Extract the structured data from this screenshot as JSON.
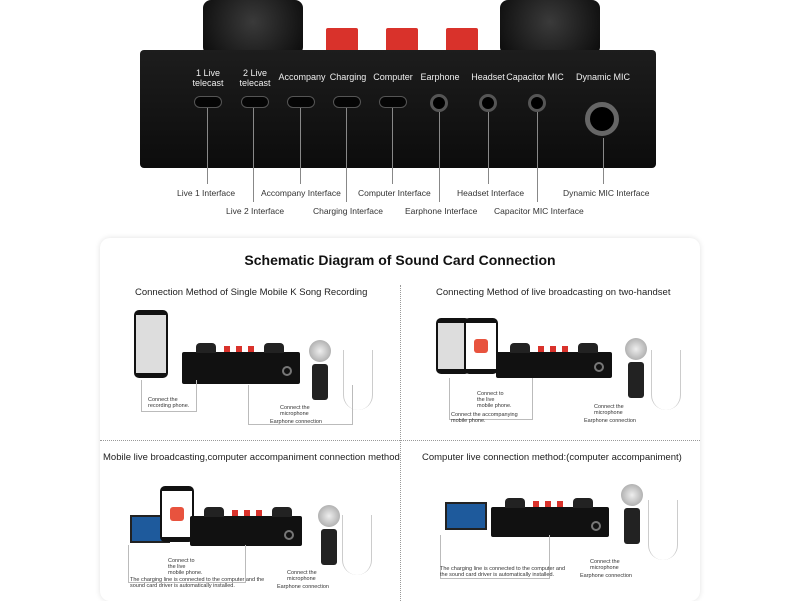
{
  "top": {
    "port_labels": [
      "1 Live\ntelecast",
      "2 Live\ntelecast",
      "Accompany",
      "Charging",
      "Computer",
      "Earphone",
      "Headset",
      "Capacitor MIC",
      "Dynamic MIC"
    ],
    "interface_labels": {
      "live1": "Live 1 Interface",
      "live2": "Live 2 Interface",
      "accompany": "Accompany Interface",
      "charging": "Charging Interface",
      "computer": "Computer Interface",
      "earphone": "Earphone Interface",
      "headset": "Headset Interface",
      "capacitor": "Capacitor MIC Interface",
      "dynamic": "Dynamic MIC Interface"
    }
  },
  "diagram": {
    "title": "Schematic Diagram of Sound Card Connection",
    "quadrants": [
      {
        "title": "Connection Method of Single Mobile K Song Recording",
        "notes": [
          "Connect the\nrecording phone.",
          "Connect the\nmicrophone",
          "Earphone connection"
        ]
      },
      {
        "title": "Connecting Method of live broadcasting on two-handset",
        "notes": [
          "Connect to\nthe live\nmobile phone.",
          "Connect the accompanying\nmobile phone.",
          "Connect the\nmicrophone",
          "Earphone connection"
        ]
      },
      {
        "title": "Mobile live broadcasting,computer accompaniment connection method",
        "notes": [
          "Connect to\nthe live\nmobile phone.",
          "The charging line is connected to the computer and the\nsound card driver is automatically installed.",
          "Connect the\nmicrophone",
          "Earphone connection"
        ]
      },
      {
        "title": "Computer live connection method:(computer accompaniment)",
        "notes": [
          "The charging line is connected to the computer and\nthe sound card driver is automatically installed.",
          "Connect the\nmicrophone",
          "Earphone connection"
        ]
      }
    ]
  }
}
